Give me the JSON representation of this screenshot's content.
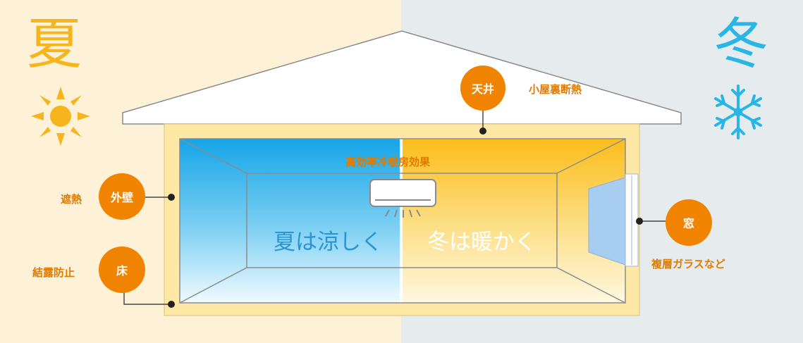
{
  "seasons": {
    "summer": {
      "label": "夏",
      "icon": "sun-icon",
      "color": "#f7b51d"
    },
    "winter": {
      "label": "冬",
      "icon": "snowflake-icon",
      "color": "#29b6e6"
    }
  },
  "aircon_caption": "高効率冷暖房効果",
  "room": {
    "summer_caption": "夏は涼しく",
    "winter_caption": "冬は暖かく",
    "summer_color": "#2a95d0",
    "winter_color": "#ffffff"
  },
  "parts": {
    "ceiling": {
      "label": "天井",
      "note": "小屋裏断熱"
    },
    "outer_wall": {
      "label": "外壁",
      "note": "遮熱"
    },
    "floor": {
      "label": "床",
      "note": "結露防止"
    },
    "window": {
      "label": "窓",
      "note": "複層ガラスなど"
    }
  },
  "colors": {
    "summer_bg": "#fdf2d8",
    "winter_bg": "#e6ecee",
    "bubble": "#f08300",
    "note_text": "#e27a00",
    "wall": "#fde8a6"
  }
}
